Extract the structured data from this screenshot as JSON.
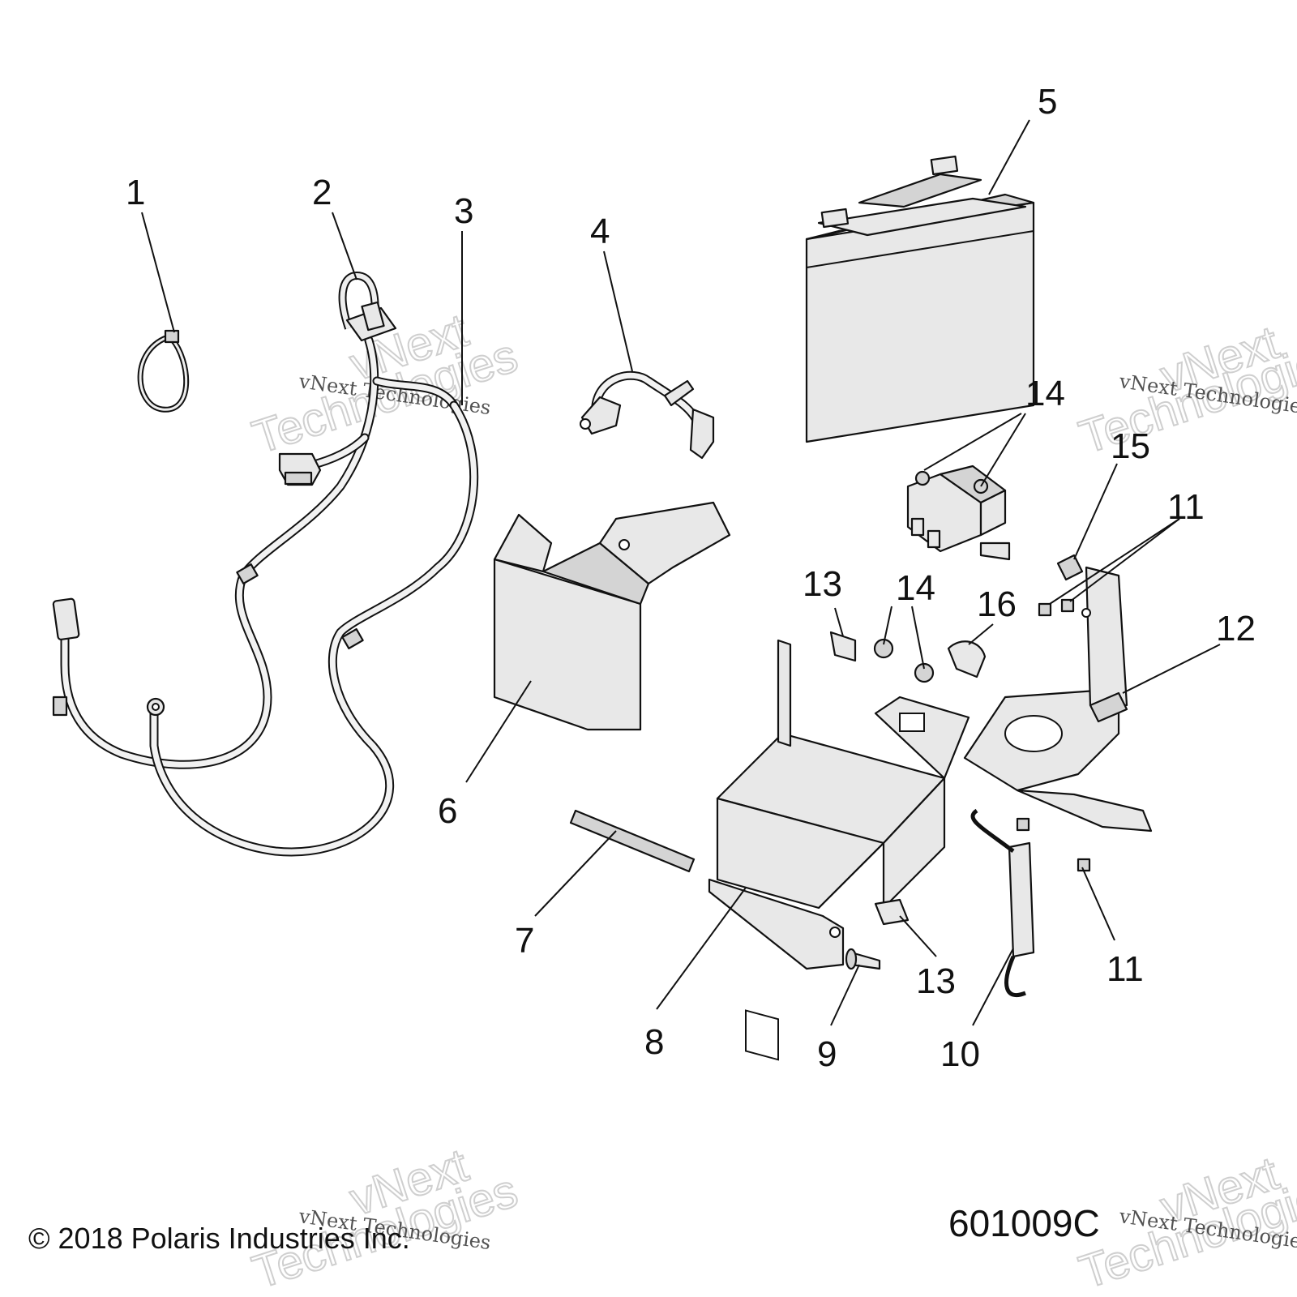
{
  "callouts": {
    "c1": "1",
    "c2": "2",
    "c3": "3",
    "c4": "4",
    "c5": "5",
    "c6": "6",
    "c7": "7",
    "c8": "8",
    "c9": "9",
    "c10": "10",
    "c11a": "11",
    "c11b": "11",
    "c12": "12",
    "c13a": "13",
    "c13b": "13",
    "c14a": "14",
    "c14b": "14",
    "c15": "15",
    "c16": "16"
  },
  "footer": {
    "copyright": "© 2018 Polaris Industries Inc.",
    "diagram_code": "601009C"
  },
  "watermark": {
    "small": "vNext Technologies",
    "line1": "vNext",
    "line2": "Technologies"
  }
}
